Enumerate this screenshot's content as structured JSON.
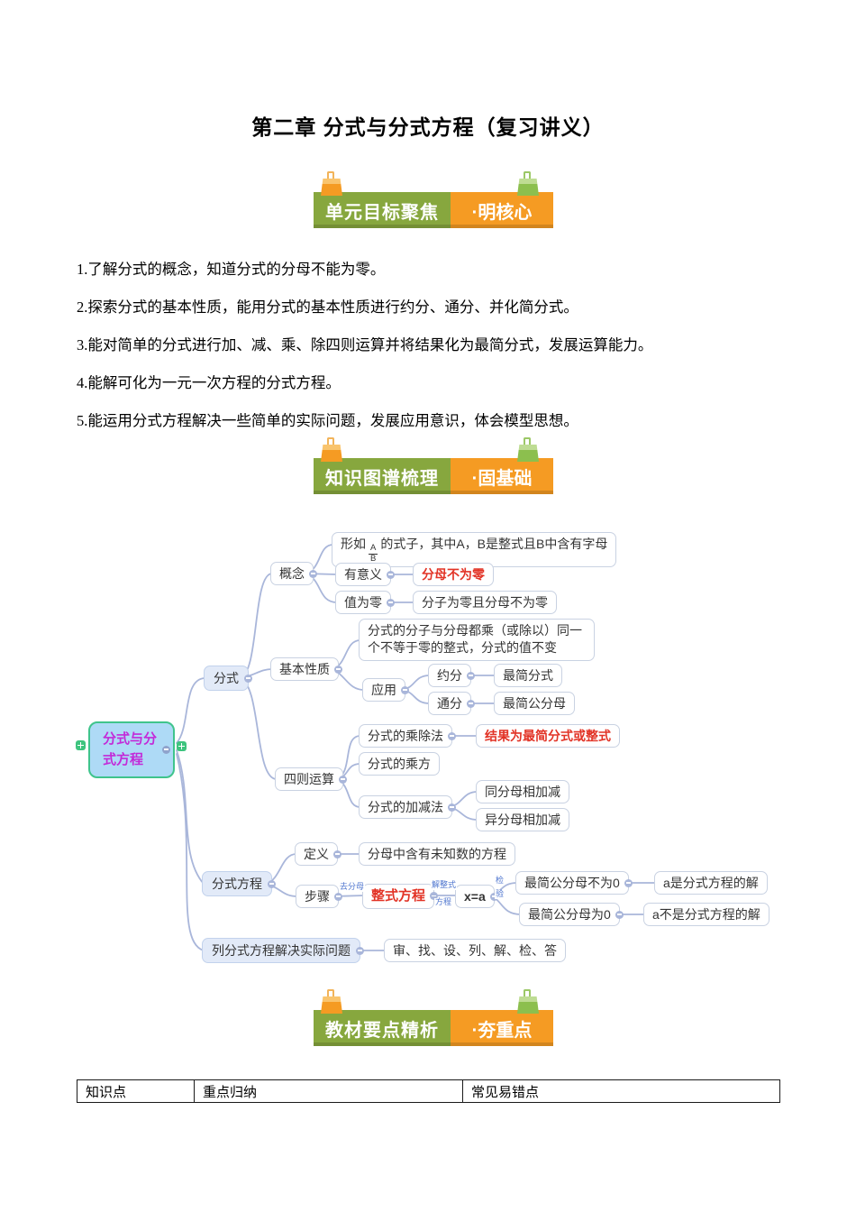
{
  "title": "第二章 分式与分式方程（复习讲义）",
  "banners": [
    {
      "left": "单元目标聚焦",
      "right": "·明核心"
    },
    {
      "left": "知识图谱梳理",
      "right": "·固基础"
    },
    {
      "left": "教材要点精析",
      "right": "·夯重点"
    }
  ],
  "objectives": [
    "1.了解分式的概念，知道分式的分母不能为零。",
    "2.探索分式的基本性质，能用分式的基本性质进行约分、通分、并化简分式。",
    "3.能对简单的分式进行加、减、乘、除四则运算并将结果化为最简分式，发展运算能力。",
    "4.能解可化为一元一次方程的分式方程。",
    "5.能运用分式方程解决一些简单的实际问题，发展应用意识，体会模型思想。"
  ],
  "mindmap": {
    "root": "分式与分式方程",
    "fenshi": "分式",
    "concept": "概念",
    "form_prefix": "形如",
    "form_num": "A",
    "form_den": "B",
    "form_suffix": "的式子，其中A，B是整式且B中含有字母",
    "meaningful": "有意义",
    "denom_nonzero": "分母不为零",
    "zero_value": "值为零",
    "zero_cond": "分子为零且分母不为零",
    "basic_property": "基本性质",
    "property_desc": "分式的分子与分母都乘（或除以）同一个不等于零的整式，分式的值不变",
    "apply": "应用",
    "yuefen": "约分",
    "simplest_fraction": "最简分式",
    "tongfen": "通分",
    "common_denominator": "最简公分母",
    "four_ops": "四则运算",
    "mul_div": "分式的乘除法",
    "mul_div_result": "结果为最简分式或整式",
    "power": "分式的乘方",
    "add_sub": "分式的加减法",
    "same_denom": "同分母相加减",
    "diff_denom": "异分母相加减",
    "fenshi_eq": "分式方程",
    "definition": "定义",
    "def_desc": "分母中含有未知数的方程",
    "steps": "步骤",
    "edge_qufenmu": "去分母",
    "integral_eq": "整式方程",
    "edge_jie_1": "解整式",
    "edge_jie_2": "方程",
    "xa": "x=a",
    "edge_jian_1": "检",
    "edge_jian_2": "验",
    "lcd_nonzero": "最简公分母不为0",
    "sol_yes": "a是分式方程的解",
    "lcd_zero": "最简公分母为0",
    "sol_no": "a不是分式方程的解",
    "apply_problem": "列分式方程解决实际问题",
    "steps7": "审、找、设、列、解、检、答"
  },
  "table": {
    "headers": [
      "知识点",
      "重点归纳",
      "常见易错点"
    ]
  },
  "colors": {
    "banner_green": "#87a73e",
    "banner_orange": "#f59b23",
    "highlight_red": "#e23326",
    "branch_line": "#a9b6da",
    "root_fill": "#aedaf6",
    "root_border": "#3fc48c",
    "root_text": "#c32ad8",
    "branch_fill": "#e2eaf8"
  }
}
